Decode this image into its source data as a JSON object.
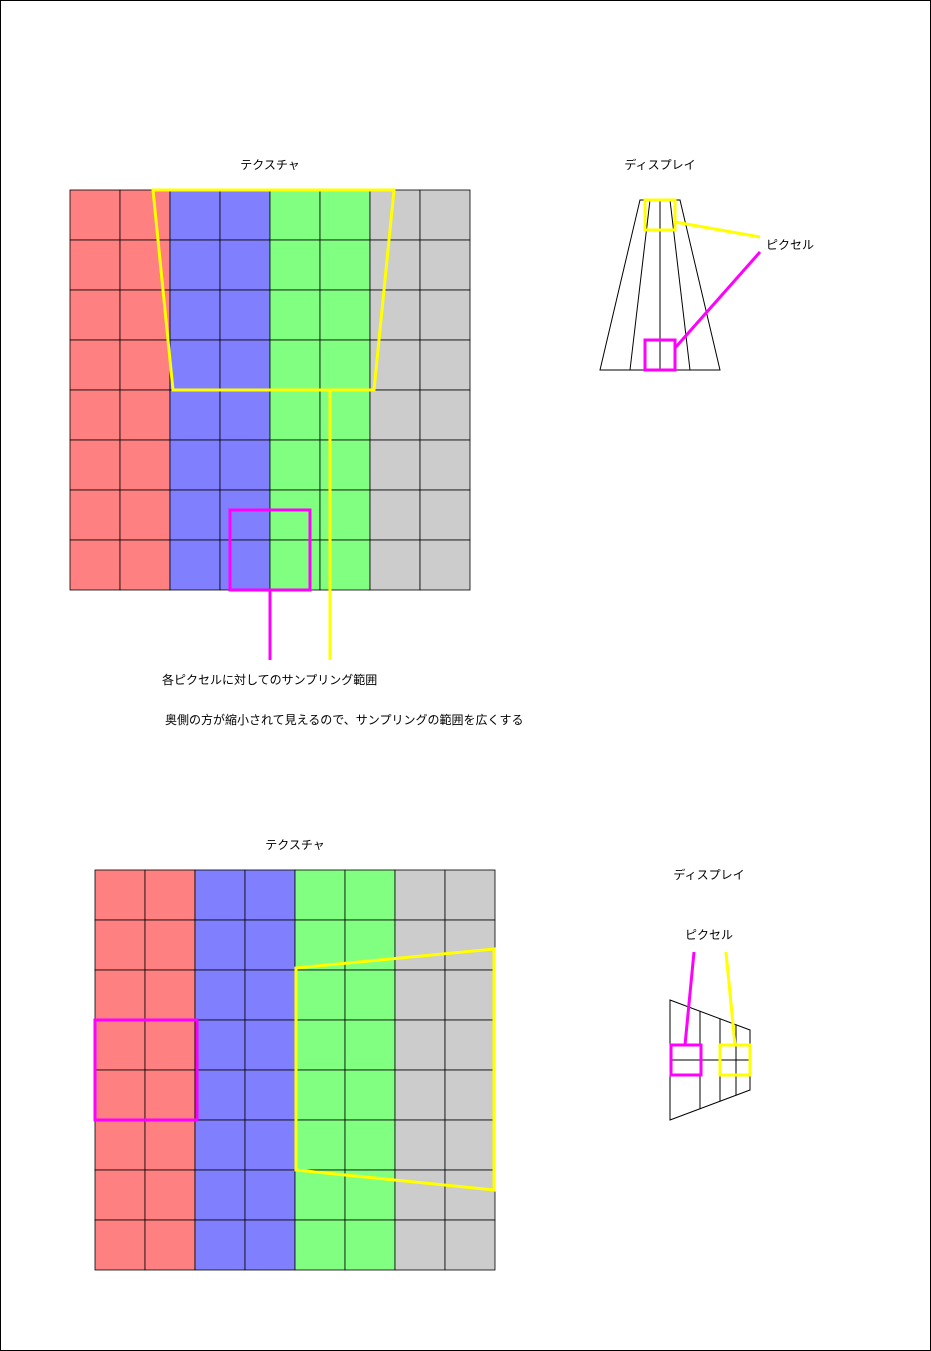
{
  "top": {
    "texture_label": "テクスチャ",
    "display_label": "ディスプレイ",
    "pixel_label": "ピクセル",
    "caption_sampling": "各ピクセルに対してのサンプリング範囲",
    "caption_explain": "奥側の方が縮小されて見えるので、サンプリングの範囲を広くする"
  },
  "bottom": {
    "texture_label": "テクスチャ",
    "display_label": "ディスプレイ",
    "pixel_label": "ピクセル"
  },
  "texture": {
    "columns": 8,
    "rows": 8,
    "column_colors": [
      "#ff8080",
      "#ff8080",
      "#8080ff",
      "#8080ff",
      "#80ff80",
      "#80ff80",
      "#cccccc",
      "#cccccc"
    ]
  },
  "colors": {
    "highlight_near": "#ff00ff",
    "highlight_far": "#ffff00",
    "grid_line": "#000000",
    "page_border": "#000000"
  }
}
